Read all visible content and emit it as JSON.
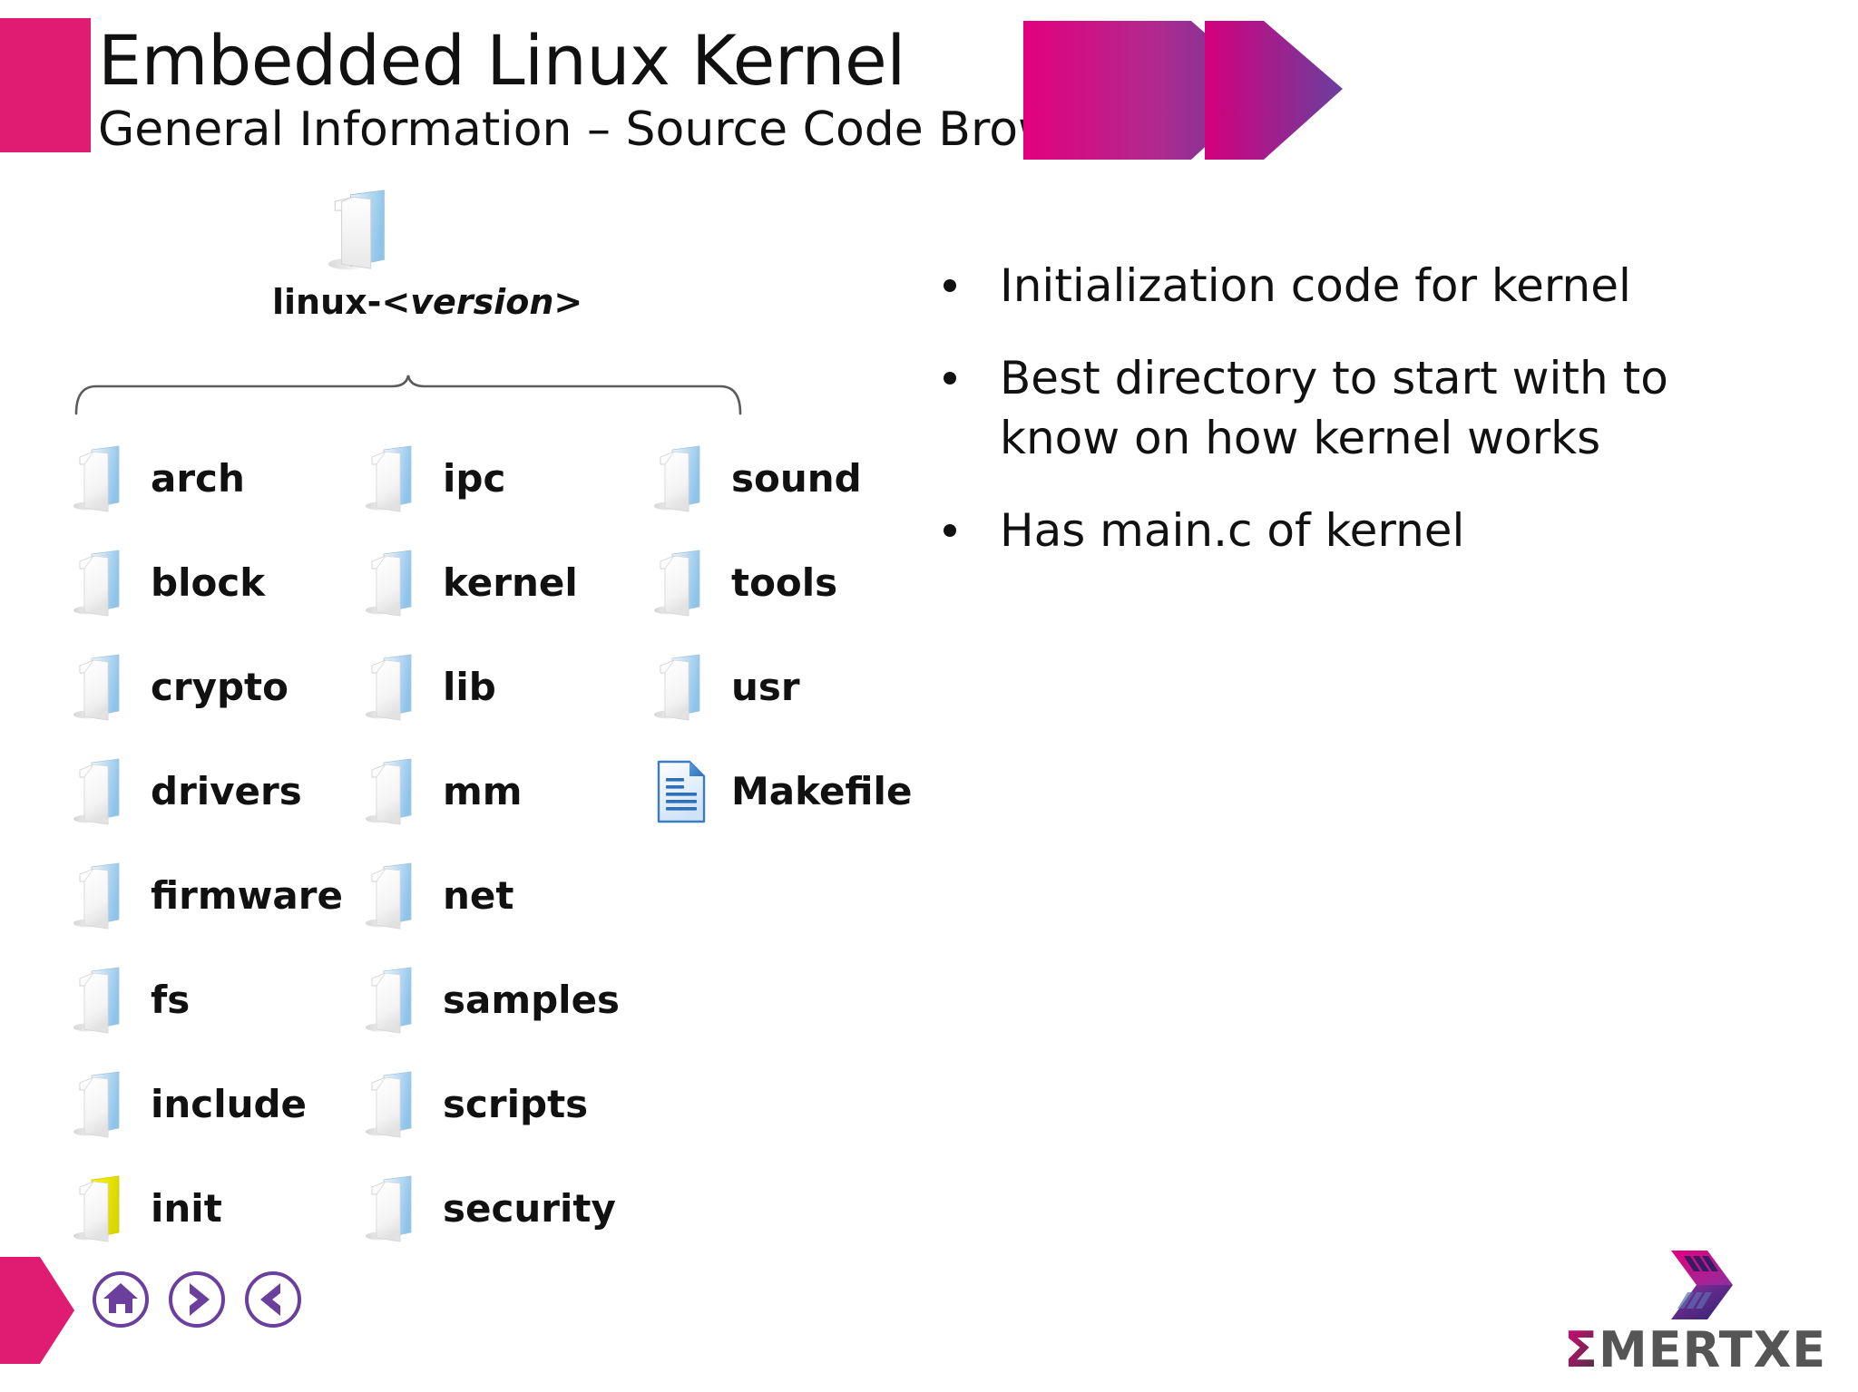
{
  "header": {
    "title": "Embedded Linux Kernel",
    "subtitle": "General Information – Source Code Browsing",
    "accent_color": "#e01b72",
    "arrow_gradient_from": "#e3007e",
    "arrow_gradient_to": "#6a3f9e"
  },
  "tree": {
    "root_prefix": "linux-<",
    "root_italic": "version",
    "root_suffix": ">",
    "root_icon": "folder-icon",
    "columns": [
      {
        "items": [
          {
            "label": "arch",
            "icon": "folder-icon",
            "highlight": false
          },
          {
            "label": "block",
            "icon": "folder-icon",
            "highlight": false
          },
          {
            "label": "crypto",
            "icon": "folder-icon",
            "highlight": false
          },
          {
            "label": "drivers",
            "icon": "folder-icon",
            "highlight": false
          },
          {
            "label": "firmware",
            "icon": "folder-icon",
            "highlight": false
          },
          {
            "label": "fs",
            "icon": "folder-icon",
            "highlight": false
          },
          {
            "label": "include",
            "icon": "folder-icon",
            "highlight": false
          },
          {
            "label": "init",
            "icon": "folder-icon",
            "highlight": true
          }
        ]
      },
      {
        "items": [
          {
            "label": "ipc",
            "icon": "folder-icon",
            "highlight": false
          },
          {
            "label": "kernel",
            "icon": "folder-icon",
            "highlight": false
          },
          {
            "label": "lib",
            "icon": "folder-icon",
            "highlight": false
          },
          {
            "label": "mm",
            "icon": "folder-icon",
            "highlight": false
          },
          {
            "label": "net",
            "icon": "folder-icon",
            "highlight": false
          },
          {
            "label": "samples",
            "icon": "folder-icon",
            "highlight": false
          },
          {
            "label": "scripts",
            "icon": "folder-icon",
            "highlight": false
          },
          {
            "label": "security",
            "icon": "folder-icon",
            "highlight": false
          }
        ]
      },
      {
        "items": [
          {
            "label": "sound",
            "icon": "folder-icon",
            "highlight": false
          },
          {
            "label": "tools",
            "icon": "folder-icon",
            "highlight": false
          },
          {
            "label": "usr",
            "icon": "folder-icon",
            "highlight": false
          },
          {
            "label": "Makefile",
            "icon": "document-icon",
            "highlight": false
          }
        ]
      }
    ],
    "highlight_color": "#ece800"
  },
  "bullets": [
    {
      "text": "Initialization code for kernel"
    },
    {
      "text": "Best directory to start with to know on how kernel works"
    },
    {
      "text": "Has main.c of kernel"
    }
  ],
  "footer": {
    "nav": [
      {
        "name": "home-icon",
        "title": "Home"
      },
      {
        "name": "chevron-right-icon",
        "title": "Next"
      },
      {
        "name": "chevron-left-icon",
        "title": "Previous"
      }
    ],
    "logo_text": "MERTXE",
    "logo_sigma": "Σ",
    "wedge_color": "#e01b72",
    "nav_color": "#6a3f9e"
  }
}
